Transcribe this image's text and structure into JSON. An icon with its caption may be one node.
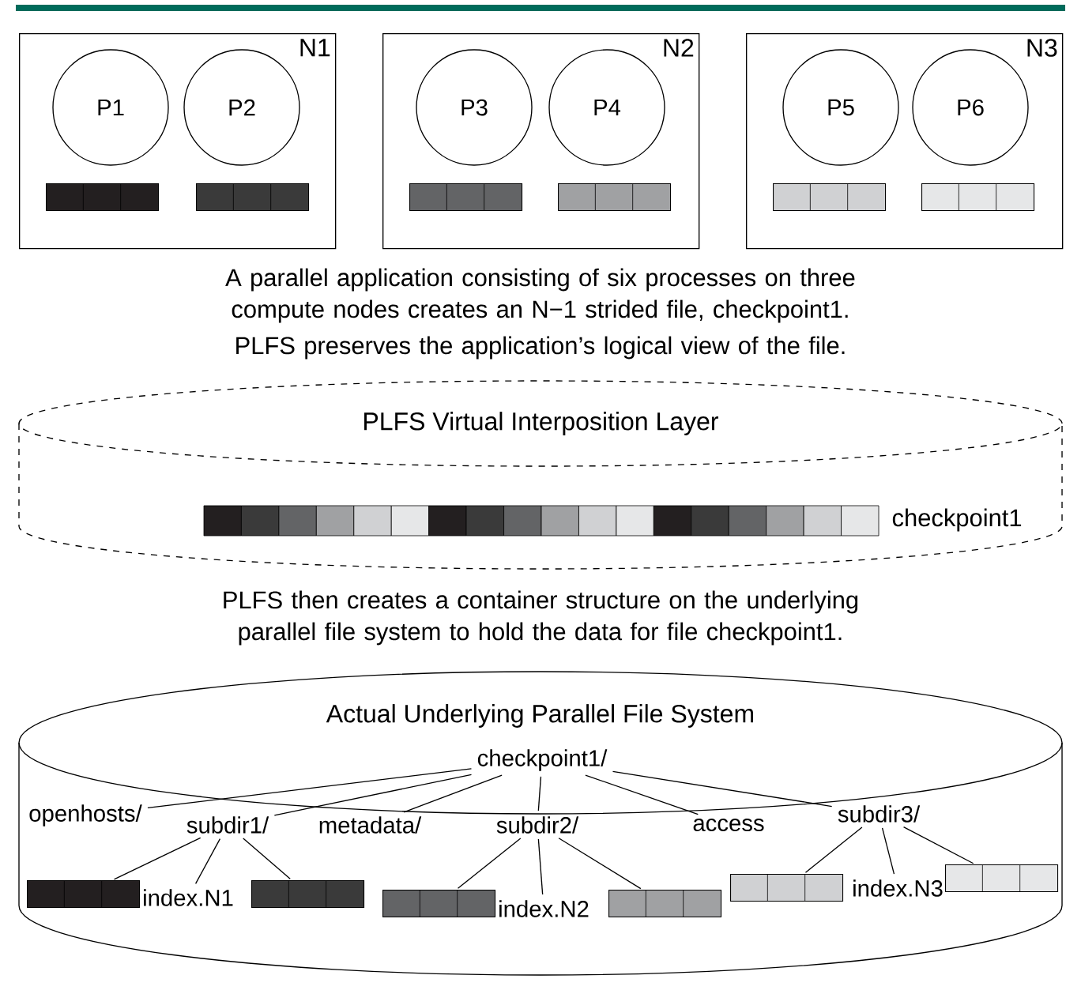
{
  "diagram": {
    "nodes": [
      {
        "text": [
          "N1"
        ]
      },
      {
        "text": [
          "P1"
        ],
        "in": 0
      },
      {
        "text": [
          "P2"
        ],
        "in": 0
      },
      {
        "text": [],
        "shape": "bar",
        "in": 0
      },
      {
        "text": [],
        "shape": "bar",
        "in": 0
      },
      {
        "text": [
          "N2"
        ]
      },
      {
        "text": [
          "P3"
        ],
        "in": 5
      },
      {
        "text": [
          "P4"
        ],
        "in": 5
      },
      {
        "text": [],
        "shape": "bar",
        "in": 5
      },
      {
        "text": [],
        "shape": "bar",
        "in": 5
      },
      {
        "text": [
          "N3"
        ]
      },
      {
        "text": [
          "P5"
        ],
        "in": 10
      },
      {
        "text": [
          "P6"
        ],
        "in": 10
      },
      {
        "text": [],
        "shape": "bar",
        "in": 10
      },
      {
        "text": [],
        "shape": "bar",
        "in": 10
      },
      {
        "text": [
          "PLFS Virtual Interposition Layer"
        ]
      },
      {
        "text": [
          "Actual Underlying Parallel File System"
        ]
      },
      {
        "text": [
          "checkpoint1/"
        ],
        "in": 16
      },
      {
        "text": [
          "openhosts/"
        ],
        "in": 16
      },
      {
        "text": [
          "subdir1/"
        ],
        "in": 16
      },
      {
        "text": [
          "metadata/"
        ],
        "in": 16
      },
      {
        "text": [
          "subdir2/"
        ],
        "in": 16
      },
      {
        "text": [
          "access"
        ],
        "in": 16
      },
      {
        "text": [
          "subdir3/"
        ],
        "in": 16
      },
      {
        "text": [],
        "shape": "bar",
        "in": 16
      },
      {
        "text": [
          "index.N1"
        ],
        "in": 16
      },
      {
        "text": [],
        "shape": "bar",
        "in": 16
      },
      {
        "text": [],
        "shape": "bar",
        "in": 16
      },
      {
        "text": [
          "index.N2"
        ],
        "in": 16
      },
      {
        "text": [],
        "shape": "bar",
        "in": 16
      },
      {
        "text": [],
        "shape": "bar",
        "in": 16
      },
      {
        "text": [
          "index.N3"
        ],
        "in": 16
      },
      {
        "text": [],
        "shape": "bar",
        "in": 16
      }
    ],
    "edges": [
      {
        "from": 17,
        "to": 18,
        "arrow": "none"
      },
      {
        "from": 17,
        "to": 19,
        "arrow": "none"
      },
      {
        "from": 17,
        "to": 20,
        "arrow": "none"
      },
      {
        "from": 17,
        "to": 21,
        "arrow": "none"
      },
      {
        "from": 17,
        "to": 22,
        "arrow": "none"
      },
      {
        "from": 17,
        "to": 23,
        "arrow": "none"
      },
      {
        "from": 19,
        "to": 24,
        "arrow": "none"
      },
      {
        "from": 19,
        "to": 25,
        "arrow": "none"
      },
      {
        "from": 19,
        "to": 26,
        "arrow": "none"
      },
      {
        "from": 21,
        "to": 27,
        "arrow": "none"
      },
      {
        "from": 21,
        "to": 28,
        "arrow": "none"
      },
      {
        "from": 21,
        "to": 29,
        "arrow": "none"
      },
      {
        "from": 23,
        "to": 30,
        "arrow": "none"
      },
      {
        "from": 23,
        "to": 31,
        "arrow": "none"
      },
      {
        "from": 23,
        "to": 32,
        "arrow": "none"
      }
    ],
    "labels": [
      "A parallel application consisting of six processes on three compute nodes creates an N−1 strided file, checkpoint1.",
      "PLFS preserves the application’s logical view of the file.",
      "checkpoint1",
      "PLFS then creates a container structure on the underlying parallel file system to hold the data for file checkpoint1."
    ]
  }
}
